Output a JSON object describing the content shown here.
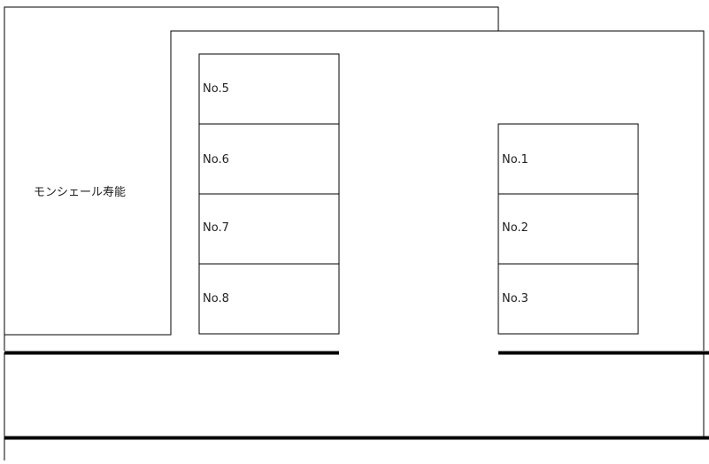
{
  "building": {
    "label": "モンシェール寿能"
  },
  "spaces": [
    {
      "label": "No.5"
    },
    {
      "label": "No.6"
    },
    {
      "label": "No.7"
    },
    {
      "label": "No.8"
    },
    {
      "label": "No.1"
    },
    {
      "label": "No.2"
    },
    {
      "label": "No.3"
    }
  ],
  "colors": {
    "line": "#000000",
    "background": "#ffffff",
    "text": "#222222"
  }
}
